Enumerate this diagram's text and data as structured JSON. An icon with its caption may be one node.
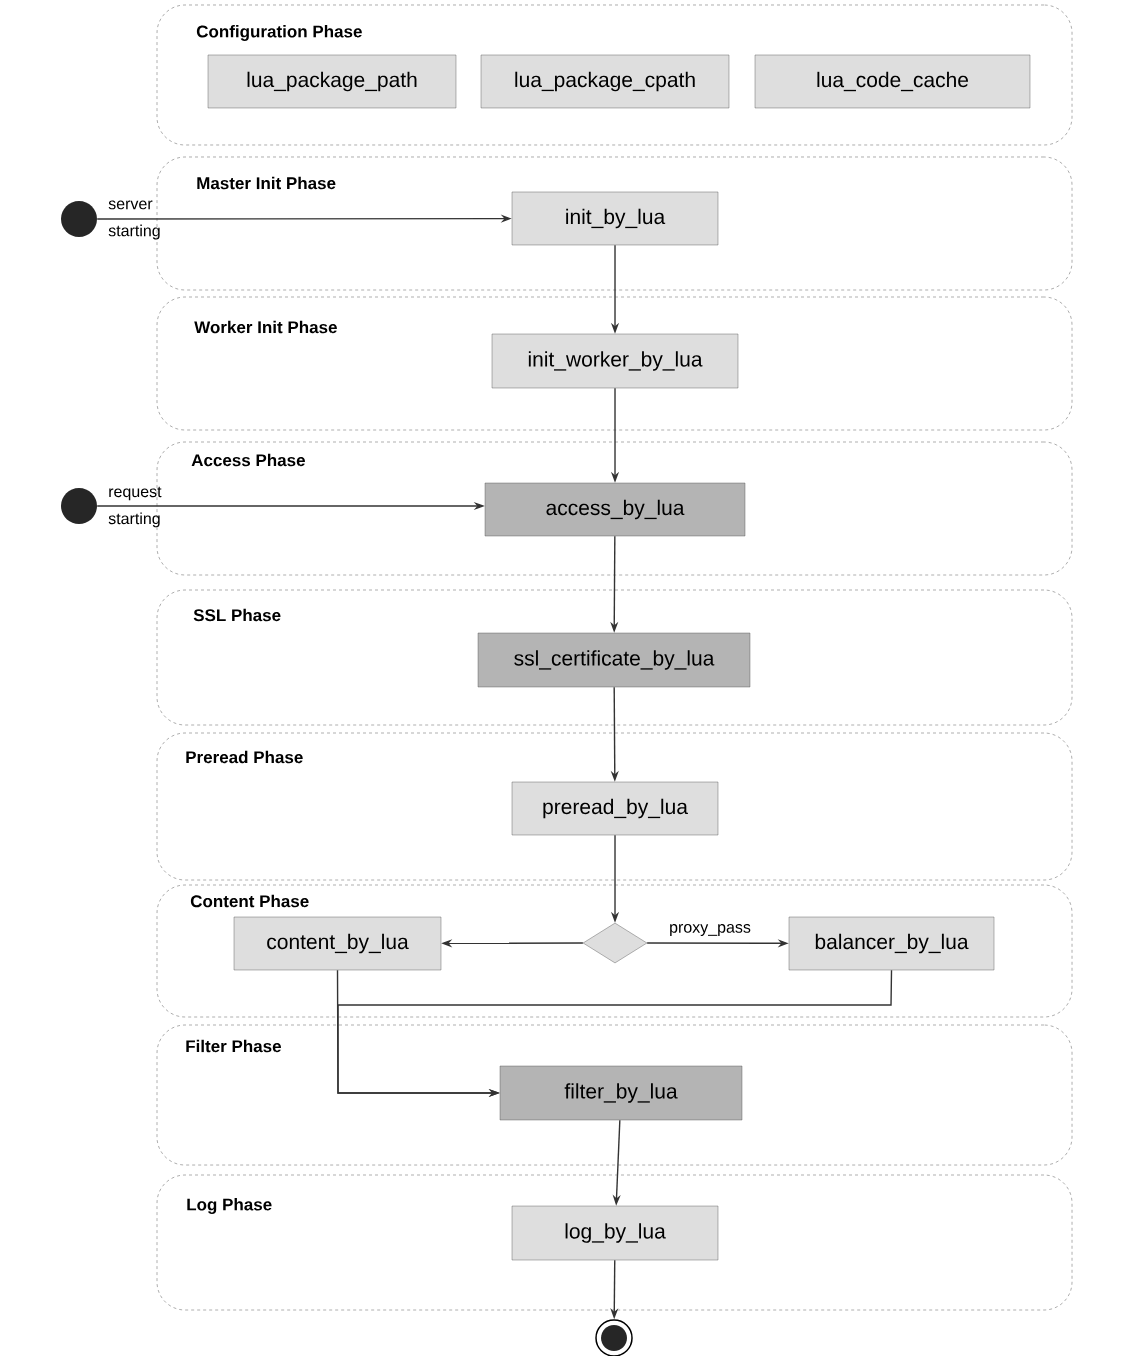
{
  "diagram": {
    "nodes": [
      {
        "text": [
          "Configuration Phase"
        ]
      },
      {
        "text": [
          "lua_package_path"
        ],
        "in": 0
      },
      {
        "text": [
          "lua_package_cpath"
        ],
        "in": 0
      },
      {
        "text": [
          "lua_code_cache"
        ],
        "in": 0
      },
      {
        "text": [
          "Master Init Phase"
        ]
      },
      {
        "text": [],
        "shape": "circle",
        "beside": [
          "server starting"
        ]
      },
      {
        "text": [
          "init_by_lua"
        ],
        "in": 4
      },
      {
        "text": [
          "Worker Init Phase"
        ]
      },
      {
        "text": [
          "init_worker_by_lua"
        ],
        "in": 7
      },
      {
        "text": [
          "Access Phase"
        ]
      },
      {
        "text": [],
        "shape": "circle",
        "beside": [
          "request starting"
        ]
      },
      {
        "text": [
          "access_by_lua"
        ],
        "in": 9
      },
      {
        "text": [
          "SSL Phase"
        ]
      },
      {
        "text": [
          "ssl_certificate_by_lua"
        ],
        "in": 12
      },
      {
        "text": [
          "Preread Phase"
        ]
      },
      {
        "text": [
          "preread_by_lua"
        ],
        "in": 14
      },
      {
        "text": [
          "Content Phase"
        ]
      },
      {
        "text": [
          "content_by_lua"
        ],
        "in": 16
      },
      {
        "text": [],
        "shape": "diamond",
        "in": 16
      },
      {
        "text": [
          "balancer_by_lua"
        ],
        "in": 16
      },
      {
        "text": [
          "Filter Phase"
        ]
      },
      {
        "text": [
          "filter_by_lua"
        ],
        "in": 20
      },
      {
        "text": [
          "Log Phase"
        ]
      },
      {
        "text": [
          "log_by_lua"
        ],
        "in": 22
      },
      {
        "text": [],
        "shape": "circle"
      }
    ],
    "edges": [
      {
        "from": 5,
        "to": 6,
        "arrow": "to"
      },
      {
        "from": 6,
        "to": 8,
        "arrow": "to"
      },
      {
        "from": 8,
        "to": 11,
        "arrow": "to"
      },
      {
        "from": 10,
        "to": 11,
        "arrow": "to"
      },
      {
        "from": 11,
        "to": 13,
        "arrow": "to"
      },
      {
        "from": 13,
        "to": 15,
        "arrow": "to"
      },
      {
        "from": 15,
        "to": 18,
        "arrow": "to"
      },
      {
        "from": 18,
        "to": 17,
        "arrow": "to"
      },
      {
        "from": 18,
        "to": 19,
        "label": "proxy_pass",
        "arrow": "to"
      },
      {
        "from": 17,
        "to": 21,
        "arrow": "to"
      },
      {
        "from": 19,
        "to": 21,
        "arrow": "to"
      },
      {
        "from": 21,
        "to": 23,
        "arrow": "to"
      },
      {
        "from": 23,
        "to": 24,
        "arrow": "to"
      }
    ]
  }
}
